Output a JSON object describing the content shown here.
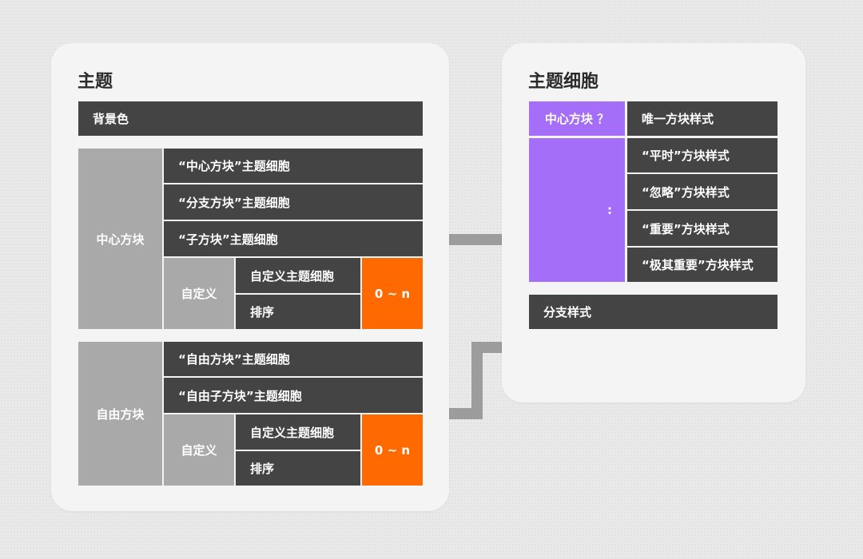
{
  "left_panel": {
    "title": "主题",
    "background_color_label": "背景色",
    "central_group": {
      "label": "中心方块",
      "rows": [
        "“中心方块”主题细胞",
        "“分支方块”主题细胞",
        "“子方块”主题细胞"
      ],
      "custom_label": "自定义",
      "custom_items": [
        "自定义主题细胞",
        "排序"
      ],
      "range": "0 ~ n"
    },
    "free_group": {
      "label": "自由方块",
      "rows": [
        "“自由方块”主题细胞",
        "“自由子方块”主题细胞"
      ],
      "custom_label": "自定义",
      "custom_items": [
        "自定义主题细胞",
        "排序"
      ],
      "range": "0 ~ n"
    }
  },
  "right_panel": {
    "title": "主题细胞",
    "central_header": "中心方块 ？",
    "unique_style": "唯一方块样式",
    "ellipsis": ":",
    "styles": [
      "“平时”方块样式",
      "“忽略”方块样式",
      "“重要”方块样式",
      "“极其重要”方块样式"
    ],
    "branch_style": "分支样式"
  },
  "colors": {
    "dark_box": "#444444",
    "gray_box": "#a9a9a9",
    "orange_box": "#ff6a00",
    "purple_box": "#a56ef8",
    "panel": "#f4f4f4",
    "connector": "#9c9c9c"
  }
}
